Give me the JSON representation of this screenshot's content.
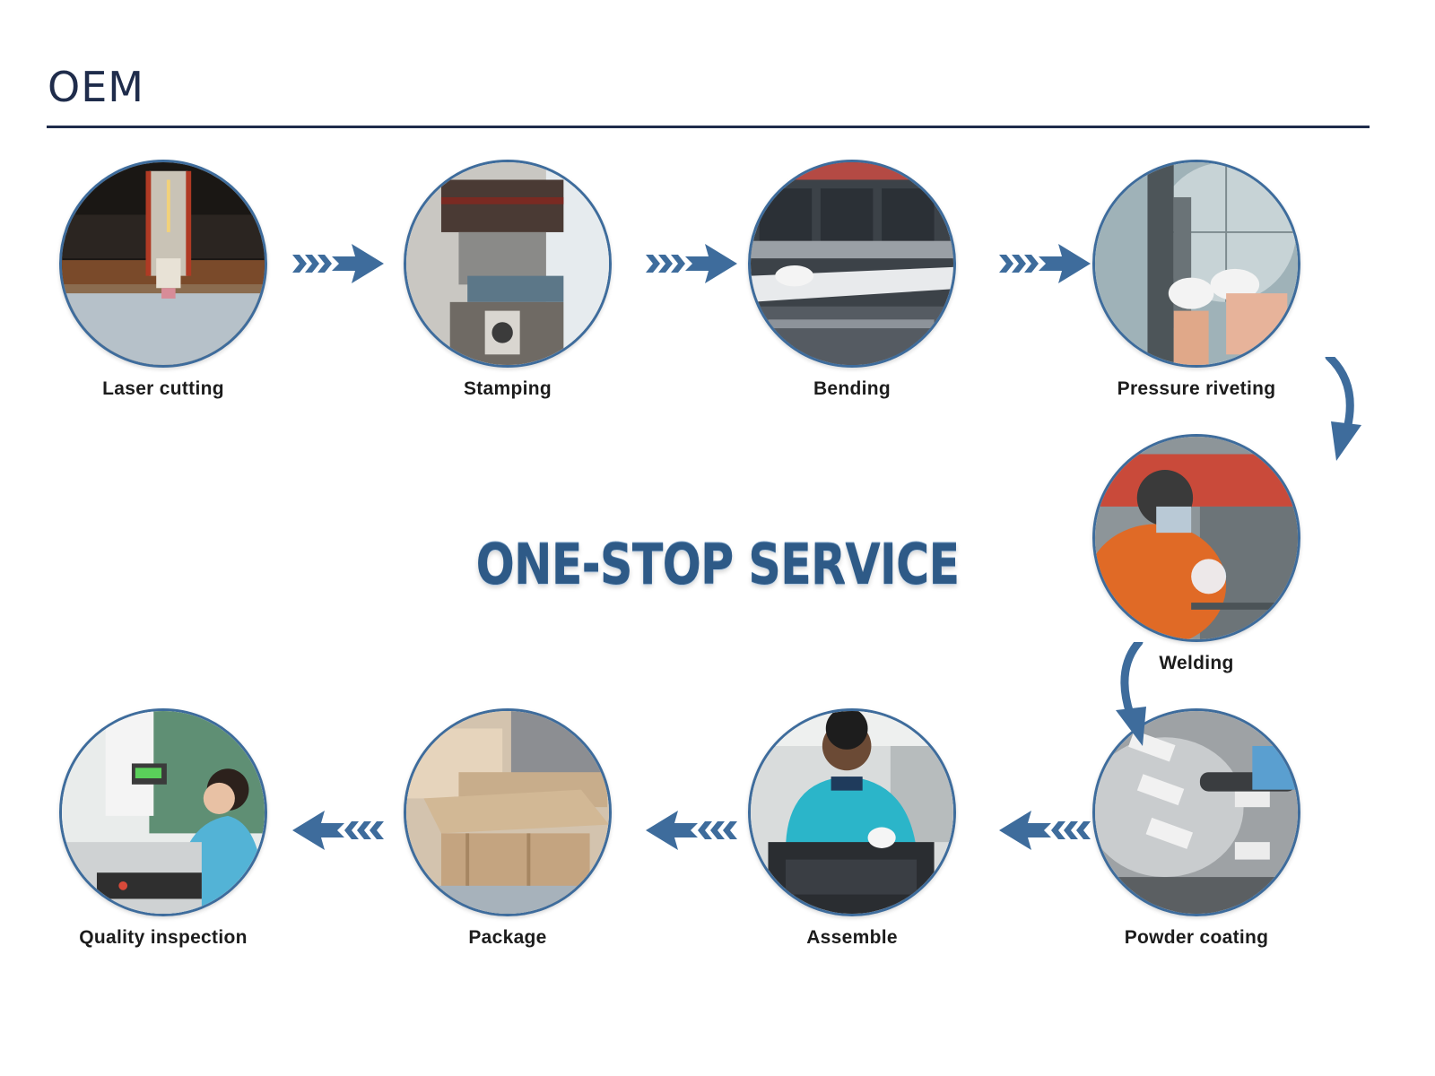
{
  "header": {
    "title": "OEM"
  },
  "banner": {
    "text": "ONE-STOP SERVICE"
  },
  "steps": [
    {
      "label": "Laser cutting",
      "icon": "laser-cutter-photo"
    },
    {
      "label": "Stamping",
      "icon": "stamping-press-photo"
    },
    {
      "label": "Bending",
      "icon": "press-brake-photo"
    },
    {
      "label": "Pressure riveting",
      "icon": "riveting-photo"
    },
    {
      "label": "Welding",
      "icon": "welder-photo"
    },
    {
      "label": "Powder coating",
      "icon": "spray-gun-photo"
    },
    {
      "label": "Assemble",
      "icon": "assembly-worker-photo"
    },
    {
      "label": "Package",
      "icon": "wooden-crates-photo"
    },
    {
      "label": "Quality inspection",
      "icon": "inspection-photo"
    }
  ],
  "colors": {
    "accent": "#3e6c9c",
    "title": "#1f2c4b",
    "label": "#1c1c1c"
  }
}
